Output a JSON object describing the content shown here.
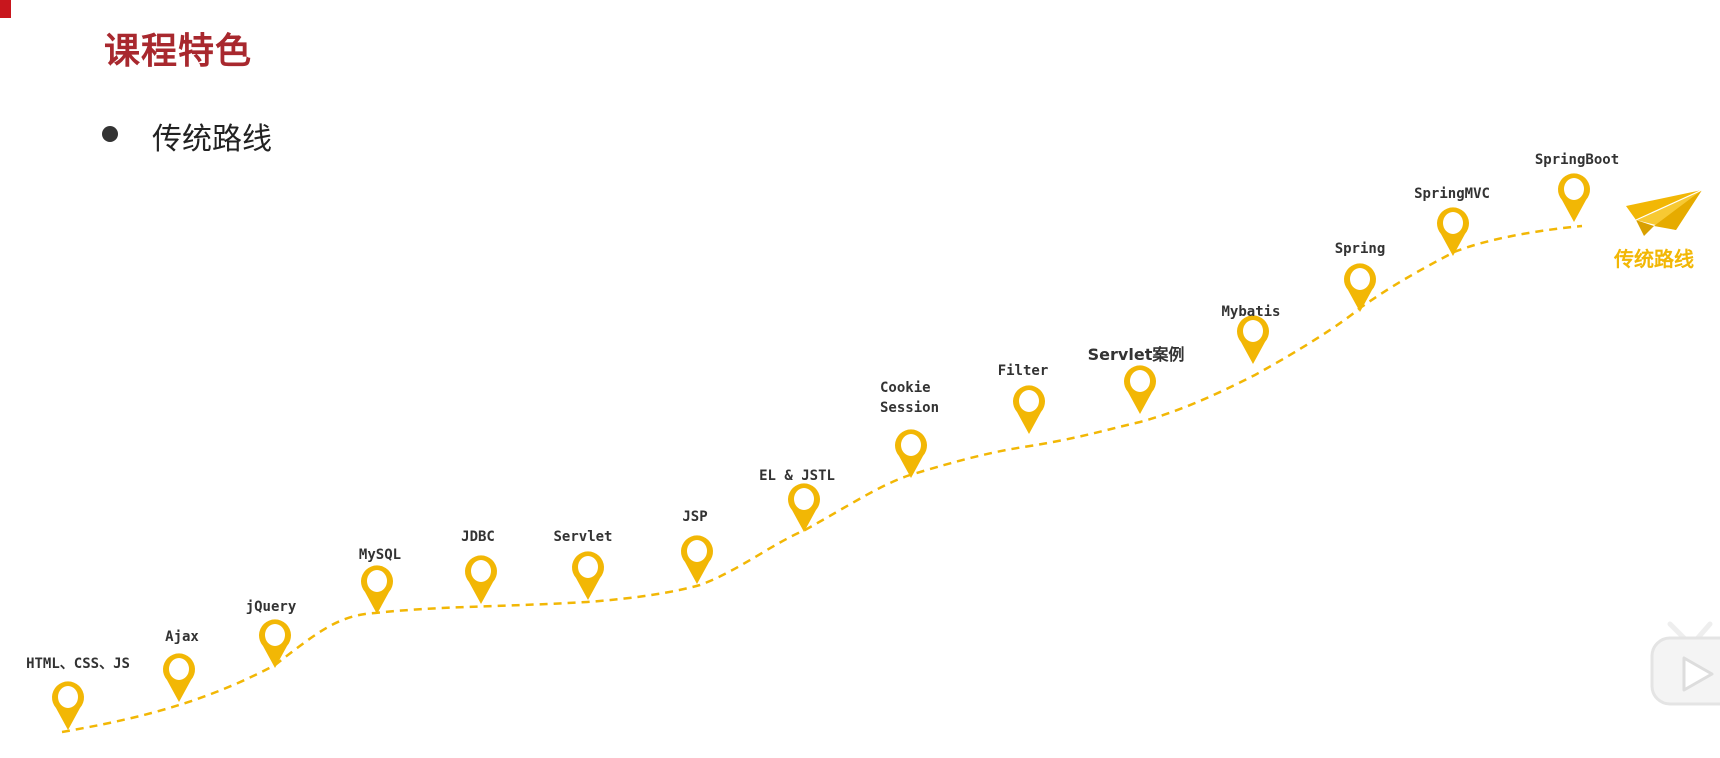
{
  "page": {
    "title": "课程特色",
    "bullet": "传统路线"
  },
  "roadmap": {
    "caption": "传统路线",
    "accent_color": "#f2b705",
    "end_icon": "paper-plane-icon",
    "steps": [
      {
        "label": "HTML、CSS、JS"
      },
      {
        "label": "Ajax"
      },
      {
        "label": "jQuery"
      },
      {
        "label": "MySQL"
      },
      {
        "label": "JDBC"
      },
      {
        "label": "Servlet"
      },
      {
        "label": "JSP"
      },
      {
        "label": "EL & JSTL"
      },
      {
        "label": "Cookie",
        "label2": "Session"
      },
      {
        "label": "Filter"
      },
      {
        "label": "Servlet案例"
      },
      {
        "label": "Mybatis"
      },
      {
        "label": "Spring"
      },
      {
        "label": "SpringMVC"
      },
      {
        "label": "SpringBoot"
      }
    ]
  },
  "overlay": {
    "icon": "video-play-icon"
  }
}
